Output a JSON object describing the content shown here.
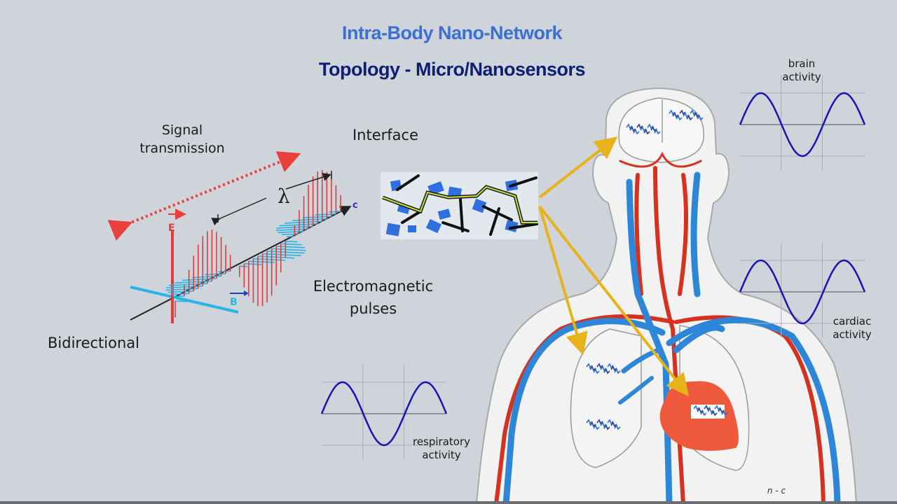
{
  "title": "Intra-Body Nano-Network",
  "subtitle": "Topology - Micro/Nanosensors",
  "labels": {
    "signal_transmission": [
      "Signal",
      "transmission"
    ],
    "interface": "Interface",
    "electromagnetic_pulses": [
      "Electromagnetic",
      "pulses"
    ],
    "bidirectional": "Bidirectional",
    "wavelength_symbol": "λ",
    "e_field": "E",
    "b_field": "B",
    "speed_of_light": "c",
    "brain_activity": [
      "brain",
      "activity"
    ],
    "cardiac_activity": [
      "cardiac",
      "activity"
    ],
    "respiratory_activity": [
      "respiratory",
      "activity"
    ],
    "partial_footer": "n - c"
  },
  "colors": {
    "background": "#cfd3da",
    "title": "#3a6fd6",
    "subtitle": "#0e1e74",
    "signal_arrow": "#e8403c",
    "e_field": "#e23b3b",
    "b_field": "#27b4e6",
    "arrow_yellow": "#e8b21a",
    "vein_blue": "#2e86d8",
    "artery_red": "#d6301f",
    "heart": "#f05a3c",
    "wave": "#1f10b8"
  },
  "activity_waves": [
    {
      "name": "brain",
      "cycles": 1.5
    },
    {
      "name": "cardiac",
      "cycles": 1.5
    },
    {
      "name": "respiratory",
      "cycles": 1.5
    }
  ]
}
